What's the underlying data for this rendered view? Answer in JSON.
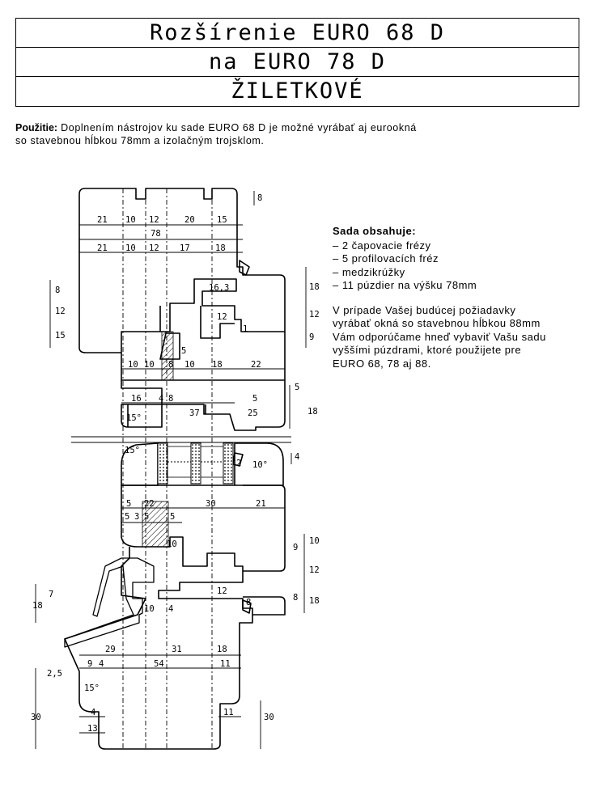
{
  "title": {
    "line1": "Rozšírenie EURO 68 D",
    "line2": "na EURO 78 D",
    "line3": "ŽILETKOVÉ"
  },
  "usage": {
    "label": "Použitie:",
    "line1": "Doplnením nástrojov ku sade EURO 68 D je možné vyrábať aj eurookná",
    "line2": "so stavebnou hĺbkou 78mm a izolačným trojsklom."
  },
  "kit": {
    "title": "Sada obsahuje:",
    "items": [
      "2 čapovacie frézy",
      "5 profilovacích fréz",
      "medzikrúžky",
      "11 púzdier na výšku 78mm"
    ],
    "note": [
      "V prípade Vašej budúcej požiadavky",
      "vyrábať okná so stavebnou hĺbkou 88mm",
      "Vám odporúčame hneď vybaviť Vašu sadu",
      "vyššími púzdrami, ktoré použijete pre",
      "EURO 68, 78 aj 88."
    ]
  },
  "dimensions": {
    "top_row1": [
      "21",
      "10",
      "12",
      "20",
      "15"
    ],
    "top_total": "78",
    "top_row2": [
      "21",
      "10",
      "12",
      "17",
      "18"
    ],
    "top_right": "8",
    "sash_dim_a": "16,3",
    "left_stack": [
      "8",
      "12",
      "15"
    ],
    "right_stack_top": [
      "18",
      "12",
      "9"
    ],
    "inner_12": "12",
    "inner_1": "1",
    "inner_5": "5",
    "mid_row": [
      "10",
      "10",
      "8",
      "10",
      "18",
      "22"
    ],
    "bottom_row": [
      "16",
      "4",
      "8"
    ],
    "bottom_5": "5",
    "bottom_37": "37",
    "bottom_25": "25",
    "angle_top": "15°",
    "right_5": "5",
    "right_18": "18",
    "angle_glass_left": "15°",
    "angle_glass_right": "10°",
    "glass_2": "2",
    "glass_4": "4",
    "frame_row1": [
      "5",
      "22",
      "30",
      "21"
    ],
    "frame_row2": [
      "5",
      "3",
      "5",
      "5"
    ],
    "frame_10": "10",
    "right_stack_bottom": [
      "10",
      "12",
      "8"
    ],
    "right_9": "9",
    "right_18b": "18",
    "frame_12": "12",
    "frame_8": "8",
    "left_7": "7",
    "left_18": "18",
    "drip_10": "10",
    "drip_4": "4",
    "base_row1": [
      "29",
      "31",
      "18"
    ],
    "base_row2": [
      "9",
      "4",
      "54",
      "11"
    ],
    "left_25": "2,5",
    "angle_bottom": "15°",
    "left_30": "30",
    "bot_4": "4",
    "bot_13": "13",
    "bot_11": "11",
    "right_30": "30"
  }
}
